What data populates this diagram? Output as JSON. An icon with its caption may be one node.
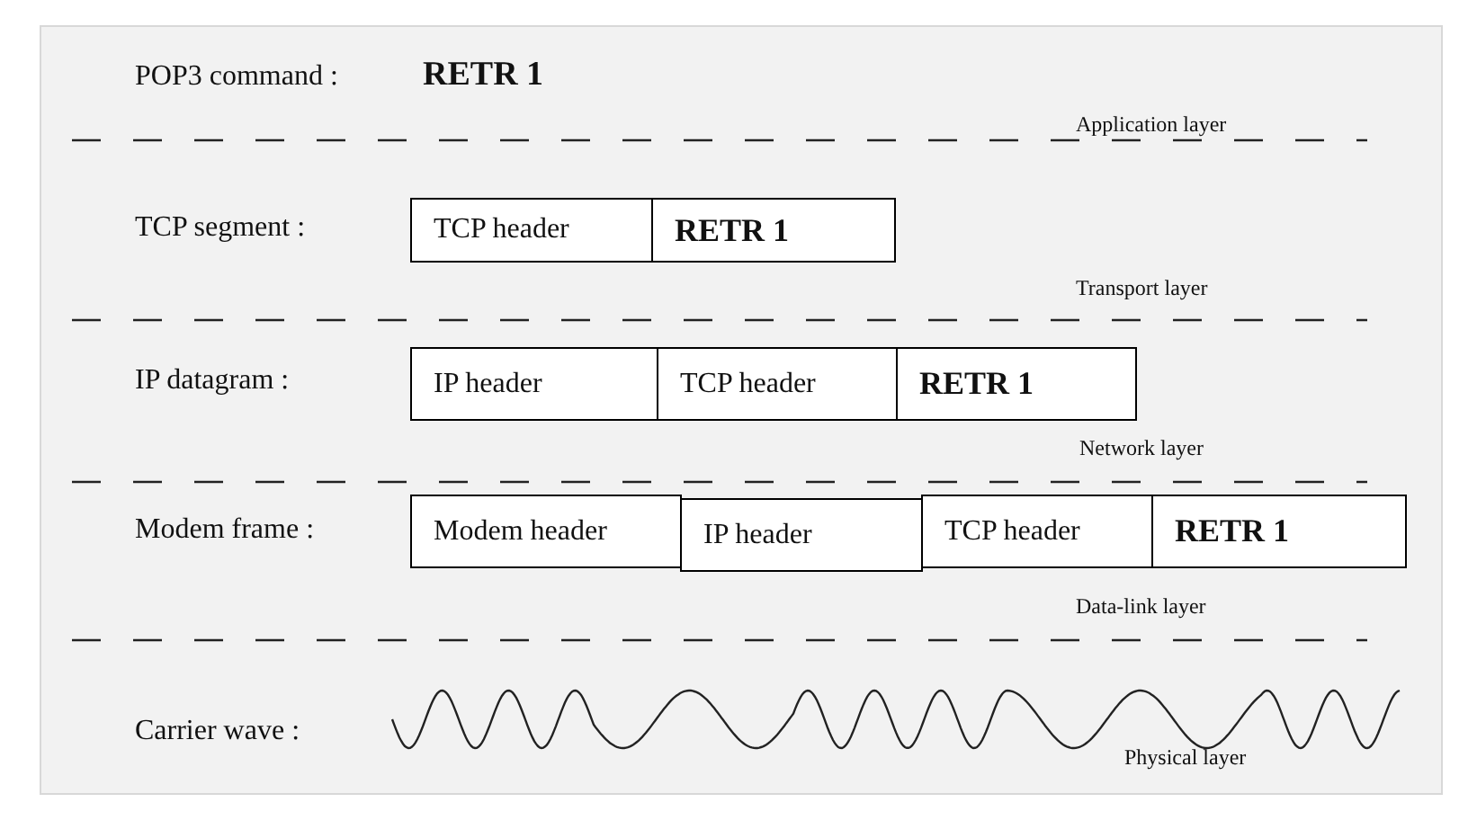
{
  "diagram": {
    "nodes": [
      {
        "text": [
          "TCP header"
        ]
      },
      {
        "text": [
          "RETR 1"
        ]
      },
      {
        "text": [
          "IP header"
        ]
      },
      {
        "text": [
          "TCP header"
        ]
      },
      {
        "text": [
          "RETR 1"
        ]
      },
      {
        "text": [
          "Modem header"
        ]
      },
      {
        "text": [
          "IP header"
        ]
      },
      {
        "text": [
          "TCP header"
        ]
      },
      {
        "text": [
          "RETR 1"
        ]
      }
    ],
    "labels": [
      "POP3 command :",
      "RETR 1",
      "Application layer",
      "TCP segment :",
      "Transport layer",
      "IP datagram :",
      "Network layer",
      "Modem frame :",
      "Data-link layer",
      "Carrier wave :",
      "Physical layer"
    ]
  }
}
